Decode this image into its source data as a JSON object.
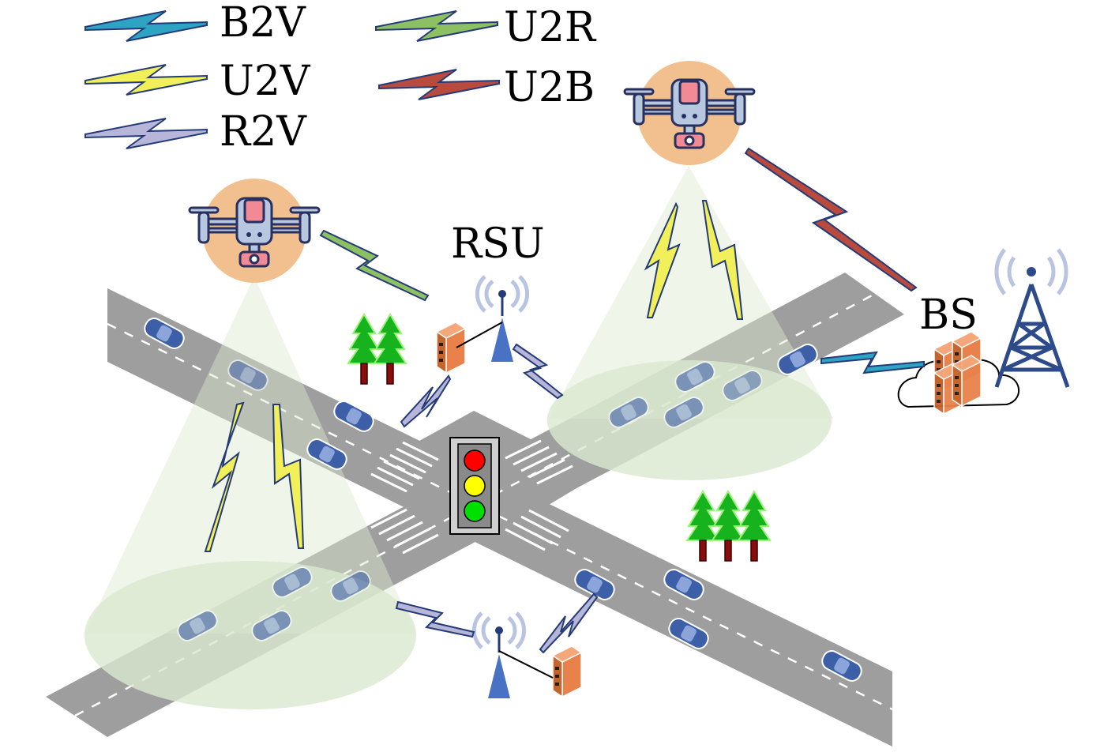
{
  "legend": {
    "items": [
      {
        "key": "b2v",
        "label": "B2V",
        "color": "#2fa3c4"
      },
      {
        "key": "u2r",
        "label": "U2R",
        "color": "#8cc063"
      },
      {
        "key": "u2v",
        "label": "U2V",
        "color": "#f2f05a"
      },
      {
        "key": "u2b",
        "label": "U2B",
        "color": "#b84a3e"
      },
      {
        "key": "r2v",
        "label": "R2V",
        "color": "#b8b6d8"
      }
    ]
  },
  "labels": {
    "rsu": "RSU",
    "bs": "BS"
  },
  "colors": {
    "road": "#9e9e9e",
    "coverage": "#dbe9cf",
    "uav_body": "#f2c08e",
    "vehicle": "#3d5fa8",
    "server": "#e8824a",
    "antenna": "#4a72c4",
    "tower": "#2d4a8a",
    "tree": "#17b31e",
    "link_stroke": "#243b78"
  },
  "icons": {
    "uav": "drone-icon",
    "rsu": "antenna-icon",
    "server": "server-rack-icon",
    "bs": "cell-tower-icon",
    "tree": "pine-tree-icon",
    "traffic_light": "traffic-light-icon",
    "vehicle": "car-icon",
    "cloud": "cloud-icon"
  }
}
